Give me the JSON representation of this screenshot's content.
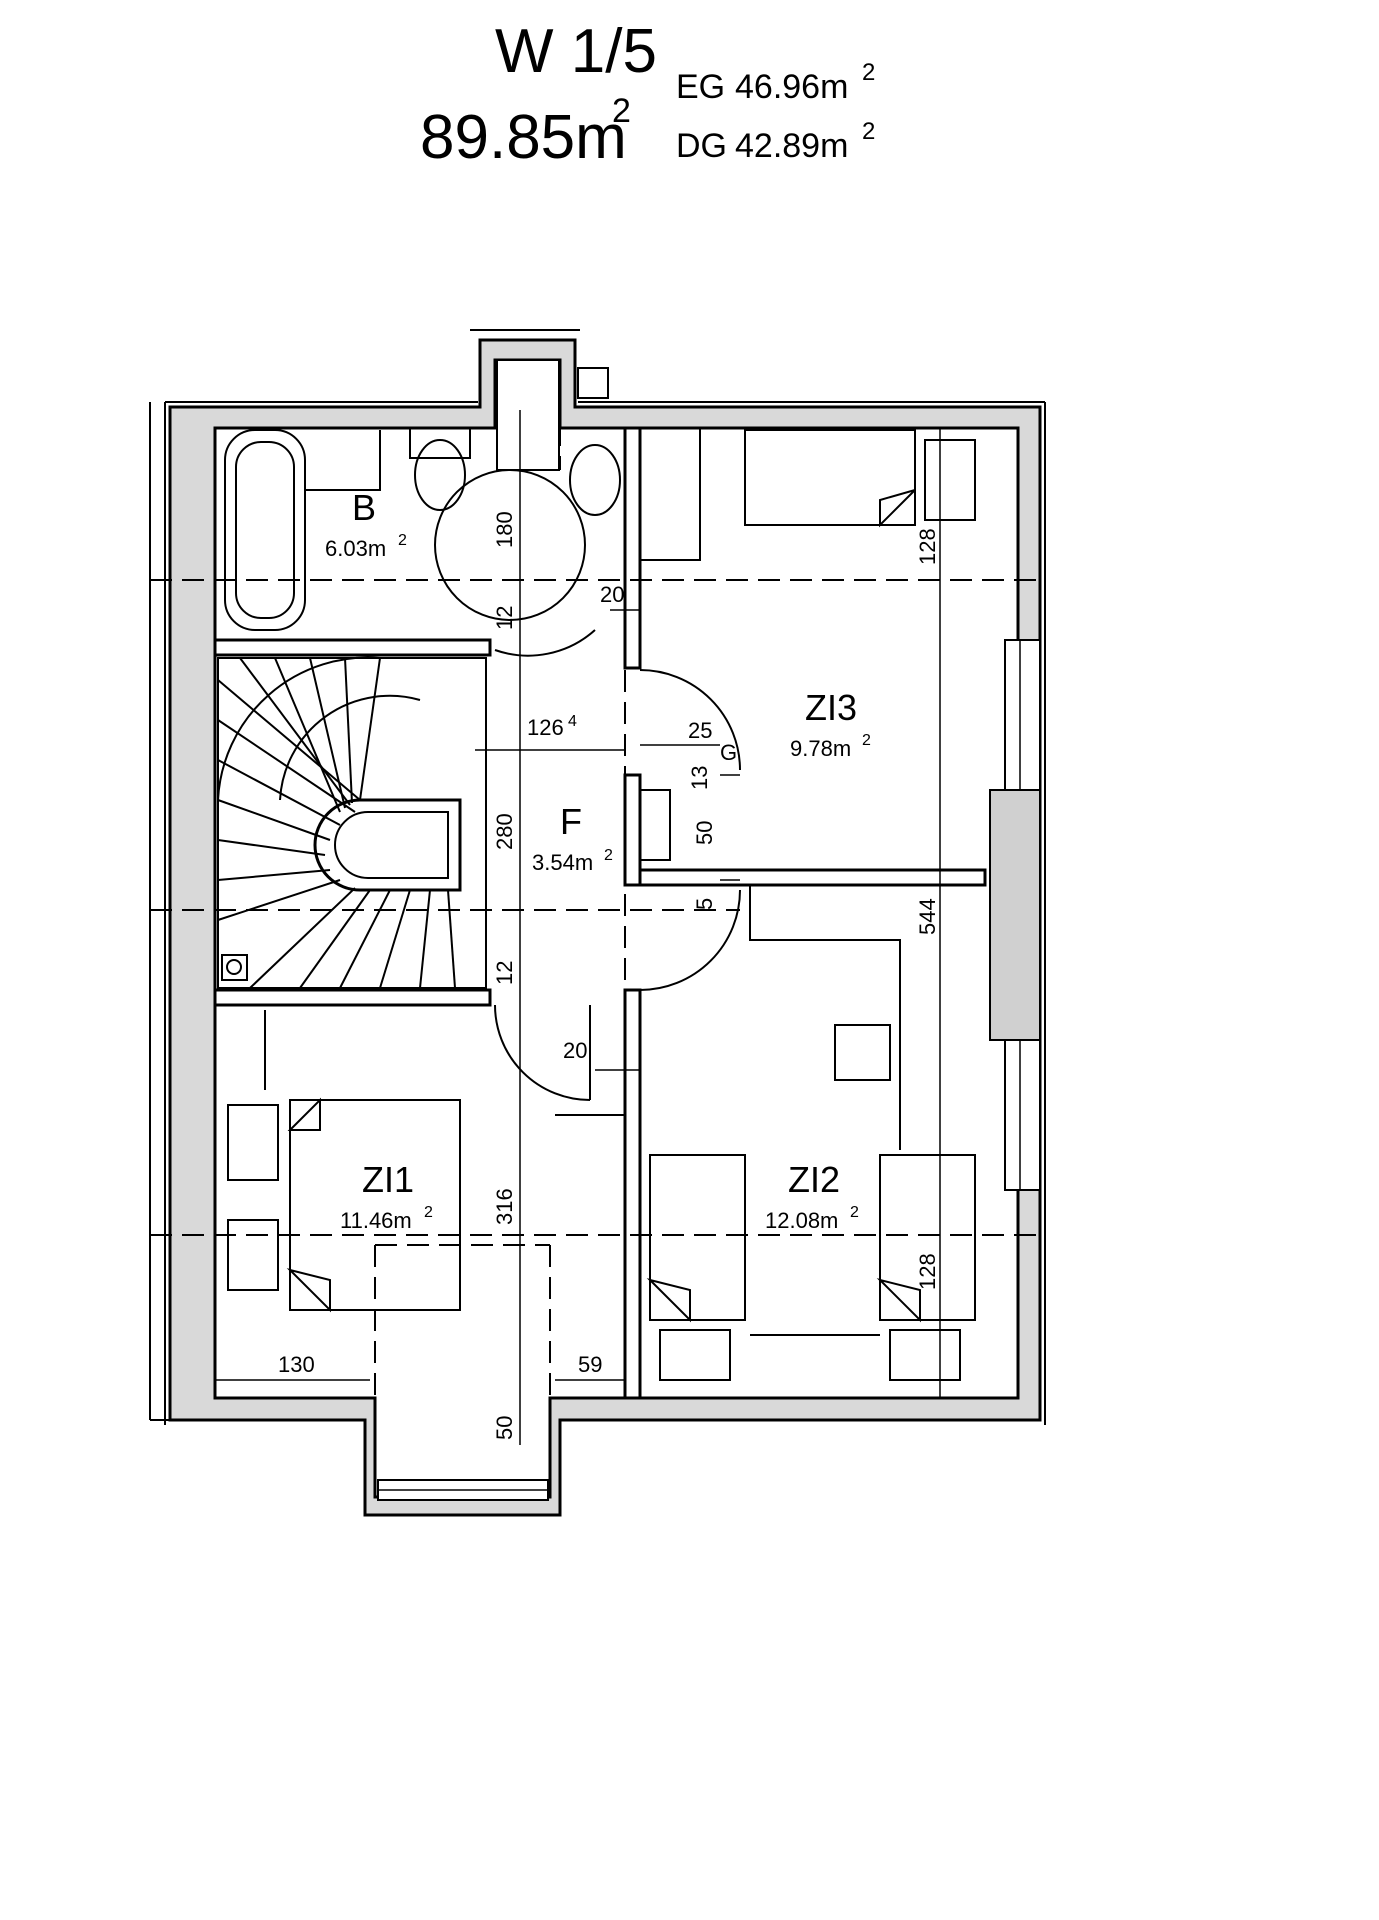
{
  "header": {
    "unit": "W 1/5",
    "total_area": "89.85m",
    "total_area_sup": "2",
    "eg_label": "EG",
    "eg_area": "46.96m",
    "eg_area_sup": "2",
    "dg_label": "DG",
    "dg_area": "42.89m",
    "dg_area_sup": "2"
  },
  "rooms": {
    "bath": {
      "name": "B",
      "area": "6.03m",
      "sup": "2"
    },
    "hall": {
      "name": "F",
      "area": "3.54m",
      "sup": "2"
    },
    "room3": {
      "name": "ZI3",
      "area": "9.78m",
      "sup": "2"
    },
    "room1": {
      "name": "ZI1",
      "area": "11.46m",
      "sup": "2"
    },
    "room2": {
      "name": "ZI2",
      "area": "12.08m",
      "sup": "2"
    }
  },
  "dimensions": {
    "bath_depth": "180",
    "bath_wall": "12",
    "bath_door_jamb": "20",
    "hall_width": "126",
    "hall_width_sup": "4",
    "closet_gap": "25",
    "closet_g": "G",
    "closet_13": "13",
    "closet_depth": "50",
    "closet_5": "5",
    "hall_length": "280",
    "stair_wall": "12",
    "room1_door_jamb": "20",
    "room1_depth": "316",
    "dormer_depth": "50",
    "dormer_left": "130",
    "dormer_right": "59",
    "room3_knee": "128",
    "room2_knee": "128",
    "house_depth": "544"
  }
}
